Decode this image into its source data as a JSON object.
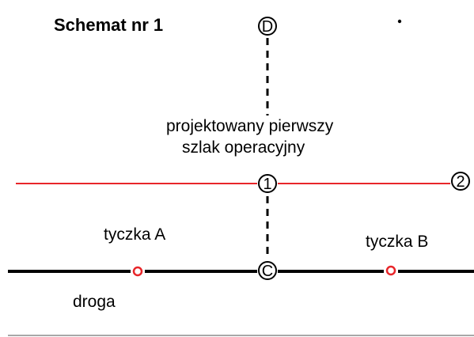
{
  "title": "Schemat nr 1",
  "colors": {
    "black": "#000000",
    "red": "#e8262a",
    "gray": "#8c8c8c",
    "white": "#ffffff"
  },
  "nodes": {
    "d": "D",
    "n1": "1",
    "n2": "2",
    "c": "C"
  },
  "labels": {
    "route_line1": "projektowany pierwszy",
    "route_line2": "szlak operacyjny",
    "stake_a": "tyczka A",
    "stake_b": "tyczka B",
    "road": "droga"
  }
}
